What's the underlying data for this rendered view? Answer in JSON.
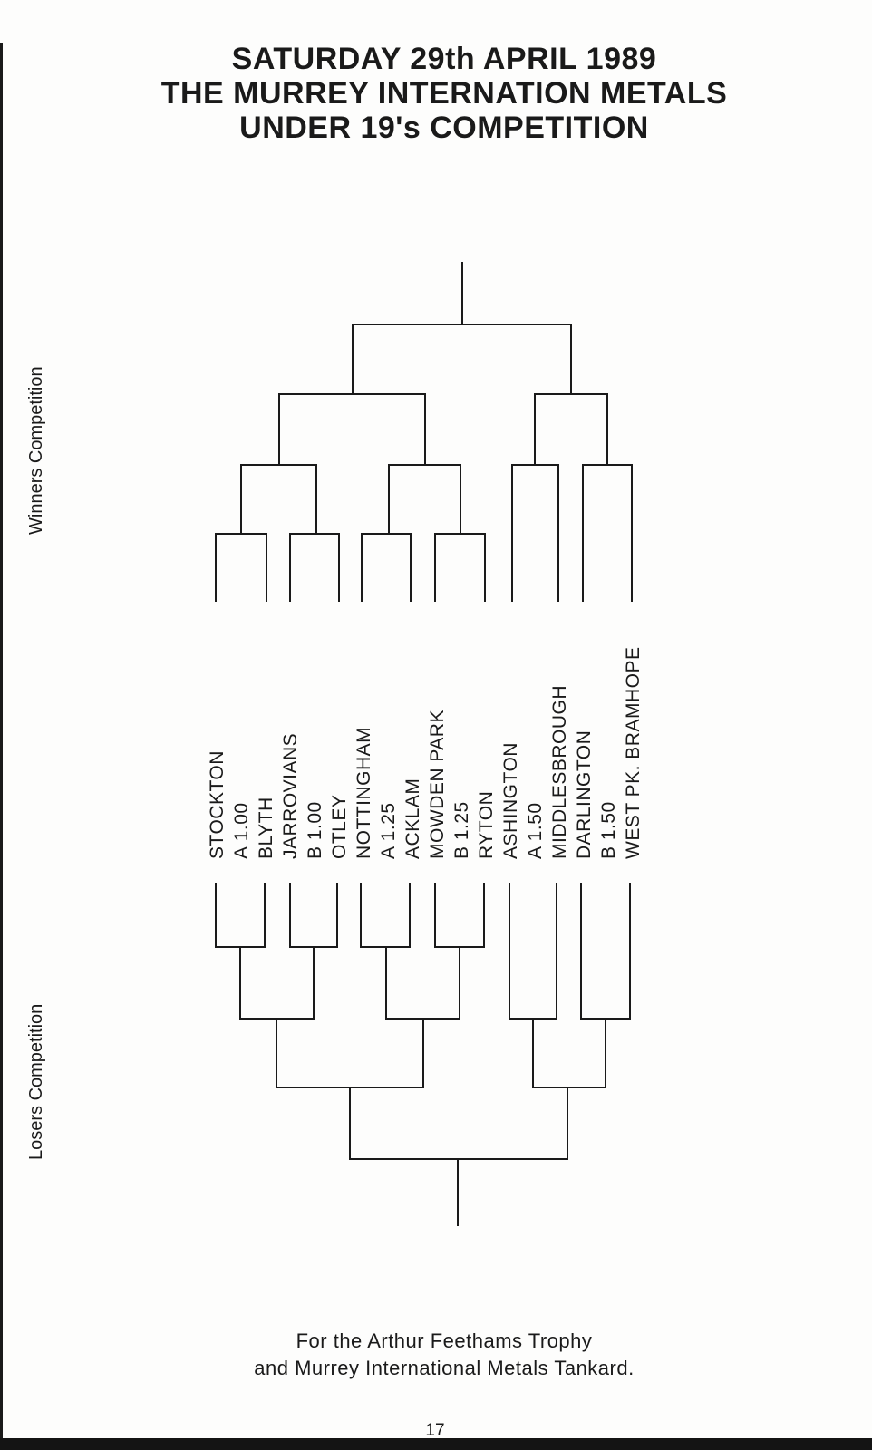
{
  "header": {
    "line1": "SATURDAY 29th APRIL 1989",
    "line2": "THE MURREY INTERNATION METALS",
    "line3": "UNDER 19's COMPETITION"
  },
  "side_labels": {
    "winners": "Winners Competition",
    "losers": "Losers Competition"
  },
  "bracket_entries": [
    "STOCKTON",
    "A 1.00",
    "BLYTH",
    "JARROVIANS",
    "B 1.00",
    "OTLEY",
    "NOTTINGHAM",
    "A 1.25",
    "ACKLAM",
    "MOWDEN PARK",
    "B 1.25",
    "RYTON",
    "ASHINGTON",
    "A 1.50",
    "MIDDLESBROUGH",
    "DARLINGTON",
    "B 1.50",
    "WEST PK. BRAMHOPE"
  ],
  "footer": {
    "line1": "For the Arthur Feethams Trophy",
    "line2": "and Murrey International Metals Tankard."
  },
  "page_number": "17",
  "colors": {
    "ink": "#1a1a1a",
    "paper": "#fdfdfc"
  }
}
